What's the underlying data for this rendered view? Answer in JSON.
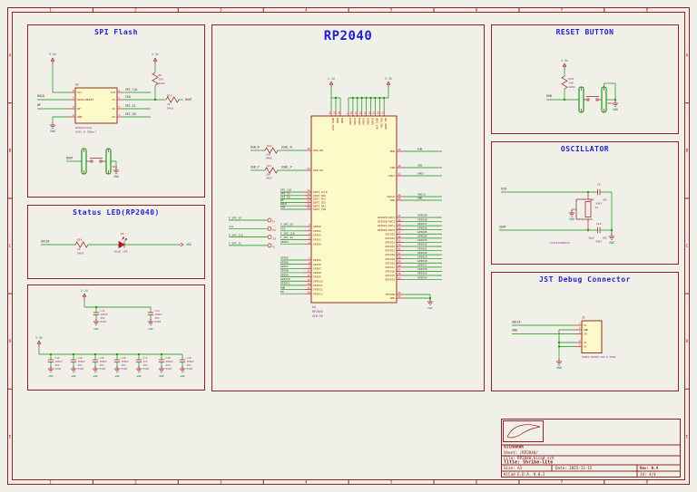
{
  "colors": {
    "background": "#F0EFE8",
    "frame": "#8C2323",
    "section_title": "#1F1FCC",
    "wire": "#089508",
    "symbol": "#8B1A1A",
    "reference": "#AD1F1F",
    "value": "#8F2E96",
    "net_label": "#30302A",
    "power_label": "#0B7E76",
    "pin_number": "#B02020",
    "body_fill": "#FCFAC8"
  },
  "frame": {
    "columns": [
      "1",
      "2",
      "3",
      "4",
      "5",
      "6",
      "7",
      "8"
    ],
    "rows": [
      "A",
      "B",
      "C",
      "D",
      "E"
    ]
  },
  "title_block": {
    "company": "VICHARAK",
    "sheet": "Sheet: /RP2040/",
    "file": "File: RP2040.kicad_sch",
    "title": "Title: Shrike-lite",
    "size": "Size: A3",
    "date": "Date: 2025-11-15",
    "rev": "Rev: 0.4",
    "tool": "KiCad E.D.A. 9.0.2",
    "id": "Id: 4/4"
  },
  "spi_flash": {
    "title": "SPI Flash",
    "pwr1": "3.3v",
    "pwr2": "3.3v",
    "gnd1": "GND",
    "gnd2": "GND",
    "chip": {
      "ref": "U3",
      "value": "W25Q32JVSS",
      "footprint": "SOIC-8-208mil",
      "left": [
        {
          "n": "8",
          "p": "VCC"
        },
        {
          "n": "7",
          "p": "HOLD/RESET"
        },
        {
          "n": "3",
          "p": "WP"
        },
        {
          "n": "4",
          "p": "GND"
        }
      ],
      "right": [
        {
          "n": "6",
          "p": "CLK"
        },
        {
          "n": "1",
          "p": "CS"
        },
        {
          "n": "5",
          "p": "SI"
        },
        {
          "n": "2",
          "p": "SO"
        }
      ]
    },
    "nets": {
      "hold": "HOLD",
      "wp": "WP",
      "clk": "SPI_CLK",
      "cs": "CS0",
      "si": "SPI_SI",
      "so": "SPI_SO",
      "boot": "BOOT",
      "boot2": "BOOT"
    },
    "r9": {
      "ref": "R9",
      "val": "10K",
      "fp": "0402"
    },
    "r11": {
      "ref": "R11",
      "val": "1K",
      "fp": "0402"
    },
    "sw": {
      "ref": "SW2"
    }
  },
  "status_led": {
    "title": "Status LED(RP2040)",
    "net": "GPIO4",
    "r": {
      "ref": "R14",
      "val": "1K",
      "fp": "0402"
    },
    "led": {
      "ref": "D5",
      "val": "BLUE LED"
    },
    "gnd": "GND"
  },
  "cap_bank": {
    "row1": {
      "rail": "1.1V",
      "caps": [
        {
          "ref": "C11",
          "val": "100nF",
          "volt": "25V",
          "fp": "0402",
          "gnd": "GND"
        },
        {
          "ref": "C12",
          "val": "100nF",
          "volt": "25V",
          "fp": "0402",
          "gnd": "GND"
        }
      ]
    },
    "row2": {
      "rail": "3.3V",
      "caps": [
        {
          "ref": "C13",
          "val": "100nF",
          "volt": "25V",
          "fp": "0402",
          "gnd": "GND"
        },
        {
          "ref": "C14",
          "val": "100nF",
          "volt": "25V",
          "fp": "0402",
          "gnd": "GND"
        },
        {
          "ref": "C15",
          "val": "100nF",
          "volt": "25V",
          "fp": "0402",
          "gnd": "GND"
        },
        {
          "ref": "C16",
          "val": "100nF",
          "volt": "25V",
          "fp": "0402",
          "gnd": "GND"
        },
        {
          "ref": "C17",
          "val": "1uF",
          "volt": "25V",
          "fp": "0402",
          "gnd": "GND"
        },
        {
          "ref": "C18",
          "val": "100nF",
          "volt": "25V",
          "fp": "0402",
          "gnd": "GND"
        },
        {
          "ref": "C19",
          "val": "100nF",
          "volt": "25V",
          "fp": "0402",
          "gnd": "GND"
        }
      ]
    }
  },
  "rp2040": {
    "title": "RP2040",
    "ref": "U4",
    "value": "RP2040",
    "footprint": "QFN-56",
    "pwr_left": "1.1V",
    "pwr_right": "3.3V",
    "gnd": "GND",
    "top_left": [
      {
        "n": "45",
        "p": "VREG_VOUT"
      },
      {
        "n": "23",
        "p": "DVDD"
      },
      {
        "n": "50",
        "p": "DVDD"
      }
    ],
    "top_right": [
      {
        "n": "1",
        "p": "IOVDD"
      },
      {
        "n": "10",
        "p": "IOVDD"
      },
      {
        "n": "22",
        "p": "IOVDD"
      },
      {
        "n": "33",
        "p": "IOVDD"
      },
      {
        "n": "42",
        "p": "IOVDD"
      },
      {
        "n": "49",
        "p": "IOVDD"
      },
      {
        "n": "44",
        "p": "VREG_VIN"
      },
      {
        "n": "48",
        "p": "USB_VDD"
      },
      {
        "n": "43",
        "p": "ADC_AVDD"
      }
    ],
    "usb": [
      {
        "net": "USB_N",
        "r": "R12",
        "rv": "33R",
        "fp": "0402",
        "mid": "USBL_N",
        "n": "46",
        "p": "USB_DM"
      },
      {
        "net": "USB_P",
        "r": "R13",
        "rv": "33R",
        "fp": "0402",
        "mid": "USBL_P",
        "n": "47",
        "p": "USB_DP"
      }
    ],
    "qspi": [
      {
        "net": "SPI_CLK",
        "n": "52",
        "p": "QSPI_SCLK"
      },
      {
        "net": "SPI_SI",
        "n": "53",
        "p": "QSPI_SD0"
      },
      {
        "net": "SPI_SO",
        "n": "55",
        "p": "QSPI_SD1"
      },
      {
        "net": "WP",
        "n": "54",
        "p": "QSPI_SD2"
      },
      {
        "net": "HOLD",
        "n": "51",
        "p": "QSPI_SD3"
      },
      {
        "net": "CS0",
        "n": "56",
        "p": "QSPI_CSN"
      }
    ],
    "tp": [
      {
        "net": "F_SPI_SO",
        "pad": "SO"
      },
      {
        "net": "CS1",
        "pad": "CS1"
      },
      {
        "net": "F_SPI_CLK",
        "pad": "CLK"
      },
      {
        "net": "F_SPI_SI",
        "pad": "SI"
      }
    ],
    "gpio_a": [
      {
        "net": "F_SPI_SO",
        "n": "2",
        "p": "GPIO0"
      },
      {
        "net": "CS1",
        "n": "3",
        "p": "GPIO1"
      },
      {
        "net": "F_SPI_CLK",
        "n": "4",
        "p": "GPIO2"
      },
      {
        "net": "F_SPI_SI",
        "n": "5",
        "p": "GPIO3"
      },
      {
        "net": "GPIO4",
        "n": "6",
        "p": "GPIO4"
      }
    ],
    "gpio_b": [
      {
        "net": "GPIO5",
        "n": "7",
        "p": "GPIO5"
      },
      {
        "net": "GPIO6",
        "n": "8",
        "p": "GPIO6"
      },
      {
        "net": "GPIO7",
        "n": "9",
        "p": "GPIO7"
      },
      {
        "net": "GPIO8",
        "n": "11",
        "p": "GPIO8"
      },
      {
        "net": "GPIO9",
        "n": "12",
        "p": "GPIO9"
      },
      {
        "net": "GPIO10",
        "n": "13",
        "p": "GPIO10"
      },
      {
        "net": "GPIO11",
        "n": "14",
        "p": "GPIO11"
      },
      {
        "net": "PWR",
        "n": "15",
        "p": "GPIO12"
      },
      {
        "net": "EN",
        "n": "16",
        "p": "GPIO13"
      }
    ],
    "right_misc": [
      {
        "net": "RUN",
        "n": "26",
        "p": "RUN"
      },
      {
        "net": "XIN",
        "n": "20",
        "p": "XIN"
      },
      {
        "net": "XOUT",
        "n": "21",
        "p": "XOUT"
      },
      {
        "net": "SWCLK",
        "n": "24",
        "p": "SWCLK"
      },
      {
        "net": "SWD",
        "n": "25",
        "p": "SWD"
      }
    ],
    "gpio_r": [
      {
        "net": "GPIO29",
        "n": "41",
        "p": "GPIO29/ADC3"
      },
      {
        "net": "GPIO28",
        "n": "40",
        "p": "GPIO28/ADC2"
      },
      {
        "net": "GPIO27",
        "n": "39",
        "p": "GPIO27/ADC1"
      },
      {
        "net": "GPIO26",
        "n": "38",
        "p": "GPIO26/ADC0"
      },
      {
        "net": "GPIO25",
        "n": "37",
        "p": "GPIO25"
      },
      {
        "net": "GPIO24",
        "n": "36",
        "p": "GPIO24"
      },
      {
        "net": "GPIO23",
        "n": "35",
        "p": "GPIO23"
      },
      {
        "net": "GPIO22",
        "n": "34",
        "p": "GPIO22"
      },
      {
        "net": "GPIO21",
        "n": "32",
        "p": "GPIO21"
      },
      {
        "net": "GPIO20",
        "n": "31",
        "p": "GPIO20"
      },
      {
        "net": "GPIO19",
        "n": "30",
        "p": "GPIO19"
      },
      {
        "net": "GPIO18",
        "n": "29",
        "p": "GPIO18"
      },
      {
        "net": "GPIO17",
        "n": "28",
        "p": "GPIO17"
      },
      {
        "net": "GPIO16",
        "n": "27",
        "p": "GPIO16"
      },
      {
        "net": "GPIO15",
        "n": "18",
        "p": "GPIO15"
      },
      {
        "net": "GPIO14",
        "n": "17",
        "p": "GPIO14"
      }
    ],
    "bottom": [
      {
        "n": "19",
        "p": "TESTEN"
      },
      {
        "n": "57",
        "p": "GND"
      }
    ]
  },
  "reset_button": {
    "title": "RESET BUTTON",
    "pwr": "3.3v",
    "r": {
      "ref": "R10",
      "val": "10K",
      "fp": "0402"
    },
    "net": "RUN",
    "sw": {
      "ref": "SW1"
    },
    "gnd": "GND"
  },
  "oscillator": {
    "title": "OSCILLATOR",
    "xin": "XIN",
    "xout": "XOUT",
    "x1": {
      "ref": "X1",
      "val": "X322512MSB4SI"
    },
    "c9": {
      "ref": "C9",
      "val": "26pF",
      "volt": "50V",
      "fp": "0402"
    },
    "c10": {
      "ref": "C10",
      "val": "26pF",
      "volt": "50V",
      "fp": "0402"
    },
    "gnd1": "GND",
    "gnd2": "GND"
  },
  "jst": {
    "title": "JST Debug Connector",
    "conn": {
      "ref": "J1",
      "val": "XUNPU WAFER-SH1.0-3PLB",
      "pins": [
        {
          "n": "1",
          "p": "SC"
        },
        {
          "n": "2",
          "p": "GND"
        },
        {
          "n": "3",
          "p": "SD"
        },
        {
          "n": "4",
          "p": "S1"
        },
        {
          "n": "5",
          "p": "S2"
        }
      ]
    },
    "swclk": "SWCLK",
    "swd": "SWD",
    "gnd": "GND"
  }
}
